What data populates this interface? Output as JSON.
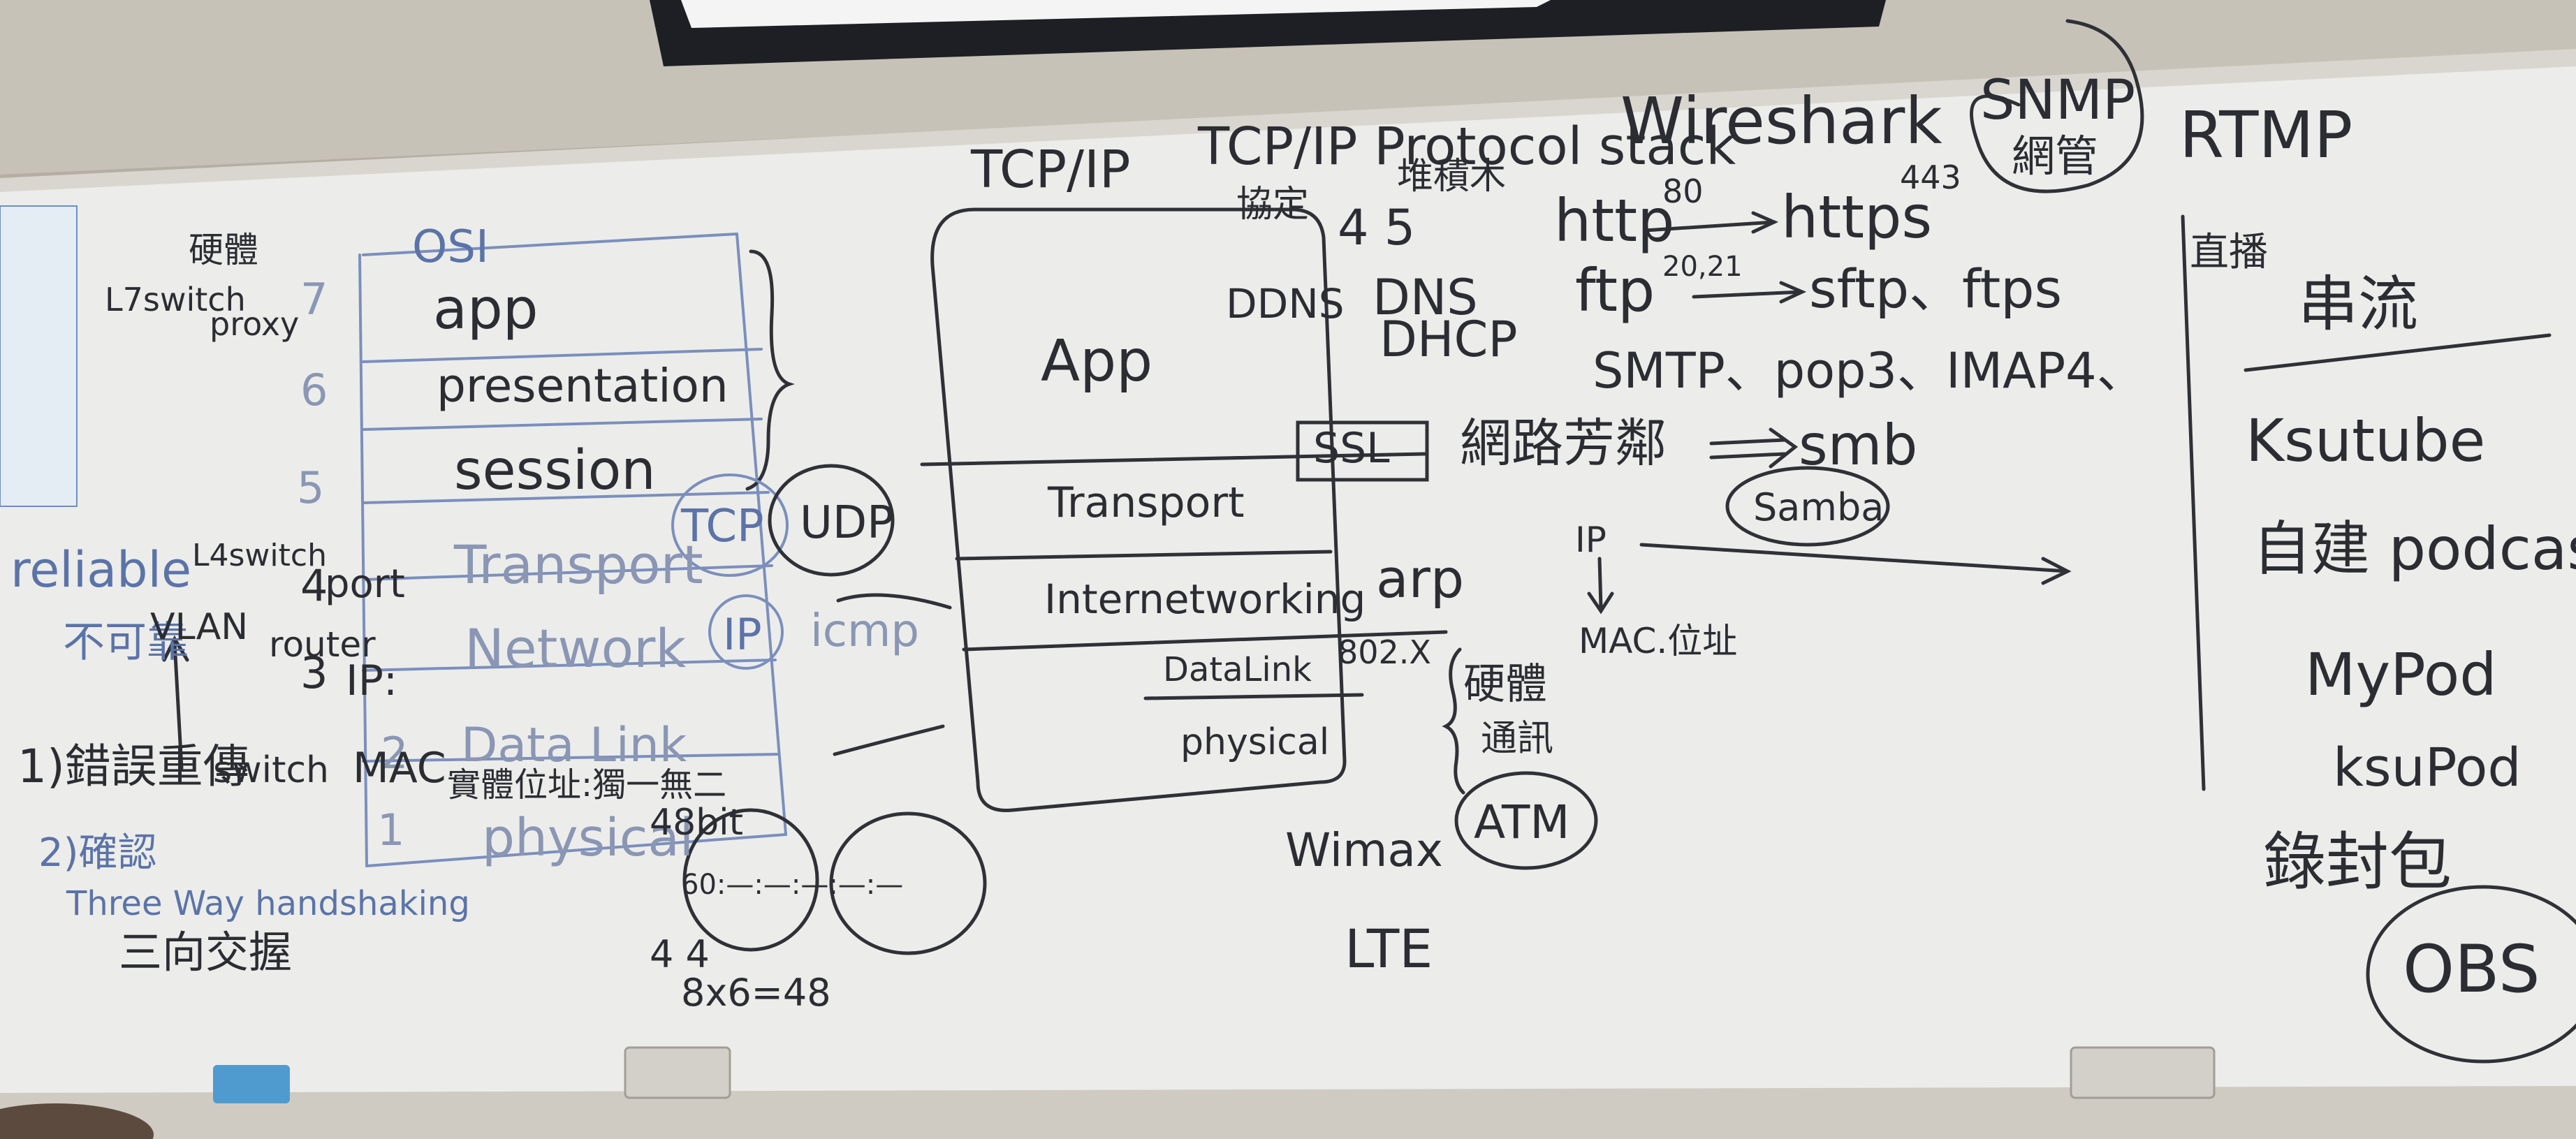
{
  "board": {
    "title": "TCP/IP Protocol stack",
    "title_annot": "堆積木",
    "osi_label": "OSI",
    "top_right": [
      "Wireshark",
      "SNMP",
      "網管",
      "RTMP"
    ],
    "side_notes": [
      "硬體",
      "L7switch",
      "proxy",
      "reliable",
      "L4switch",
      "不可靠",
      "VLAN",
      "router",
      "1)錯誤重傳",
      "switch",
      "2)確認",
      "Three Way handshaking",
      "三向交握",
      "port",
      "IP:",
      "MAC",
      "實體位址:獨一無二",
      "48bit",
      "8x6=48"
    ],
    "osi_layers": [
      {
        "num": "7",
        "name": "app"
      },
      {
        "num": "6",
        "name": "presentation"
      },
      {
        "num": "5",
        "name": "session"
      },
      {
        "num": "4",
        "name": "Transport"
      },
      {
        "num": "3",
        "name": "Network"
      },
      {
        "num": "2",
        "name": "Data Link"
      },
      {
        "num": "1",
        "name": "physical"
      }
    ],
    "circles_left": [
      "TCP",
      "UDP",
      "IP"
    ],
    "icmp": "icmp",
    "stack_layers": [
      "App",
      "Transport",
      "Internetworking",
      "DataLink",
      "physical"
    ],
    "stack_notes": [
      "協定",
      "DDNS",
      "SSL",
      "arp",
      "802.X",
      "硬體",
      "通訊"
    ],
    "stack_numbers": "4 5",
    "protocols": [
      "DNS",
      "DHCP",
      "http",
      "https",
      "ftp",
      "sftp、ftps",
      "SMTP、pop3、IMAP4、",
      "網路芳鄰",
      "smb",
      "Samba",
      "IP",
      "MAC.位址"
    ],
    "port_nums": [
      "80",
      "443",
      "20,21"
    ],
    "bottom": [
      "Wimax",
      "ATM",
      "LTE"
    ],
    "right_col": [
      "直播",
      "串流",
      "Ksutube",
      "自建 podcast",
      "MyPod",
      "ksuPod",
      "錄封包",
      "OBS"
    ],
    "hex_layout": "4 4",
    "mac_example": "60:—:—:—:—:—"
  },
  "colors": {
    "wall": "#b9b4ab",
    "board": "#ecedea",
    "ink_dark": "#2b2d33",
    "ink_blue": "#5b73a8",
    "frame": "#d9d6cf",
    "monitor": "#1e1f24",
    "eraser": "#4f9bd0"
  }
}
